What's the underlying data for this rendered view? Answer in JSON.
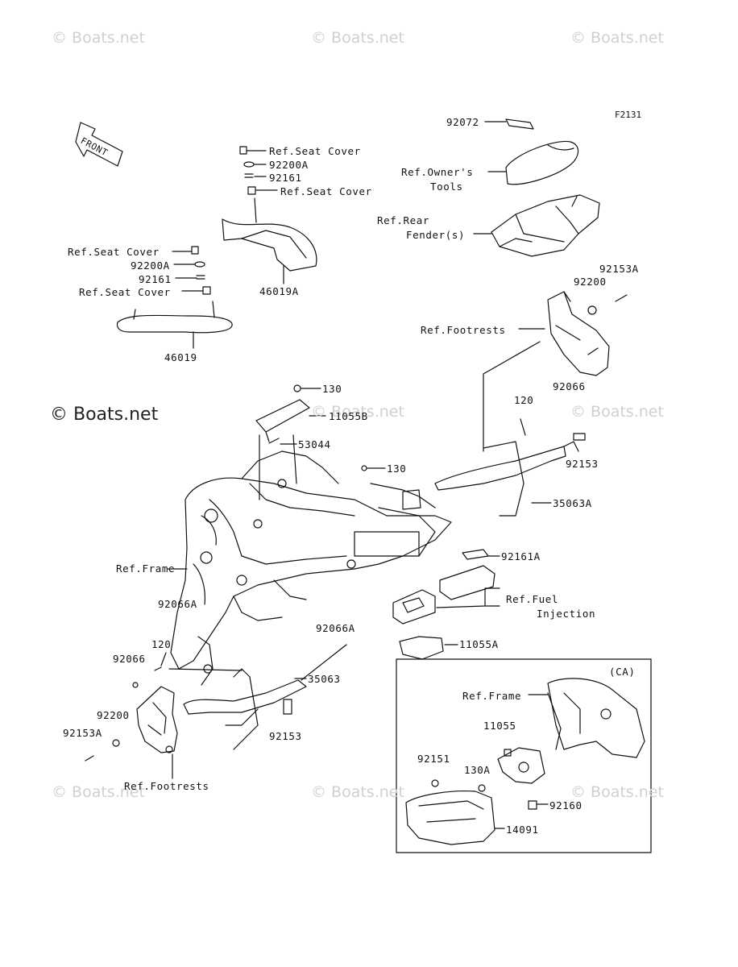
{
  "diagram_code": "F2131",
  "front_label": "FRONT",
  "watermark": "© Boats.net",
  "labels": {
    "p92072": "92072",
    "ref_owners_tools_1": "Ref.Owner's",
    "ref_owners_tools_2": "Tools",
    "ref_rear_fender_1": "Ref.Rear",
    "ref_rear_fender_2": "Fender(s)",
    "ref_seat_cover_top1": "Ref.Seat Cover",
    "p92200A_top": "92200A",
    "p92161_top": "92161",
    "ref_seat_cover_top2": "Ref.Seat Cover",
    "p46019A": "46019A",
    "ref_seat_cover_l1": "Ref.Seat Cover",
    "p92200A_l": "92200A",
    "p92161_l": "92161",
    "ref_seat_cover_l2": "Ref.Seat Cover",
    "p46019": "46019",
    "p92153A_r": "92153A",
    "p92200_r": "92200",
    "ref_footrests_r": "Ref.Footrests",
    "p130_top": "130",
    "p11055B": "11055B",
    "p53044": "53044",
    "p92066_r": "92066",
    "p120_r": "120",
    "p92153_r": "92153",
    "p130_mid": "130",
    "p35063A": "35063A",
    "ref_frame_l": "Ref.Frame",
    "p92161A": "92161A",
    "ref_fuel_1": "Ref.Fuel",
    "ref_fuel_2": "Injection",
    "p92066A_l": "92066A",
    "p92066A_m": "92066A",
    "p11055A": "11055A",
    "p120_l": "120",
    "p92066_l": "92066",
    "p35063": "35063",
    "p92200_l": "92200",
    "p92153A_l": "92153A",
    "p92153_l": "92153",
    "ref_footrests_l": "Ref.Footrests",
    "ca": "(CA)",
    "ref_frame_ca": "Ref.Frame",
    "p11055": "11055",
    "p92151": "92151",
    "p130A": "130A",
    "p92160": "92160",
    "p14091": "14091"
  }
}
